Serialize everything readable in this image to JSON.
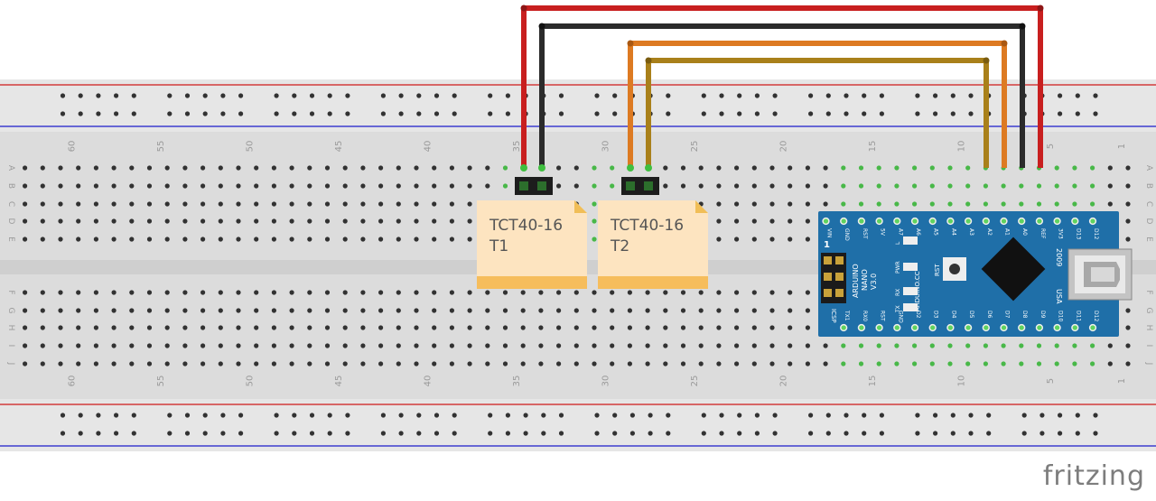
{
  "breadboard": {
    "columns": 63,
    "row_letters": [
      "A",
      "B",
      "C",
      "D",
      "E",
      "F",
      "G",
      "H",
      "I",
      "J"
    ],
    "column_numbers": [
      "60",
      "55",
      "50",
      "45",
      "40",
      "35",
      "30",
      "25",
      "20",
      "15",
      "10",
      "5",
      "1"
    ],
    "colors": {
      "body": "#dcdcdc",
      "rail": "#e6e6e6",
      "red_line": "#d23b3b",
      "blue_line": "#3d3dcf",
      "hole": "#323232",
      "connected_hole": "#48b848"
    }
  },
  "parts": [
    {
      "id": "t1",
      "line1": "TCT40-16",
      "line2": "T1"
    },
    {
      "id": "t2",
      "line1": "TCT40-16",
      "line2": "T2"
    }
  ],
  "arduino": {
    "name_line1": "ARDUINO",
    "name_line2": "NANO",
    "name_line3": "V3.0",
    "site": "ARDUINO.CC",
    "year": "2009",
    "usa": "USA",
    "icsp": "ICSP",
    "icsp_pin1": "1",
    "rst": "RST",
    "top_pins": [
      "D12",
      "D13",
      "3V3",
      "REF",
      "A0",
      "A1",
      "A2",
      "A3",
      "A4",
      "A5",
      "A6",
      "A7",
      "5V",
      "RST",
      "GND",
      "VIN"
    ],
    "bottom_pins": [
      "D12",
      "D11",
      "D10",
      "D9",
      "D8",
      "D7",
      "D6",
      "D5",
      "D4",
      "D3",
      "D2",
      "GND",
      "RST",
      "RX0",
      "TX1"
    ],
    "leds": [
      "L",
      "PWR",
      "RX",
      "TX"
    ],
    "board_color": "#1f6fa8",
    "chip_color": "#111111"
  },
  "wires": [
    {
      "name": "red",
      "color": "#c81f1f"
    },
    {
      "name": "black",
      "color": "#2b2b2b"
    },
    {
      "name": "orange",
      "color": "#dd7a22"
    },
    {
      "name": "dark-yellow",
      "color": "#a9801a"
    }
  ],
  "logo": "fritzing"
}
